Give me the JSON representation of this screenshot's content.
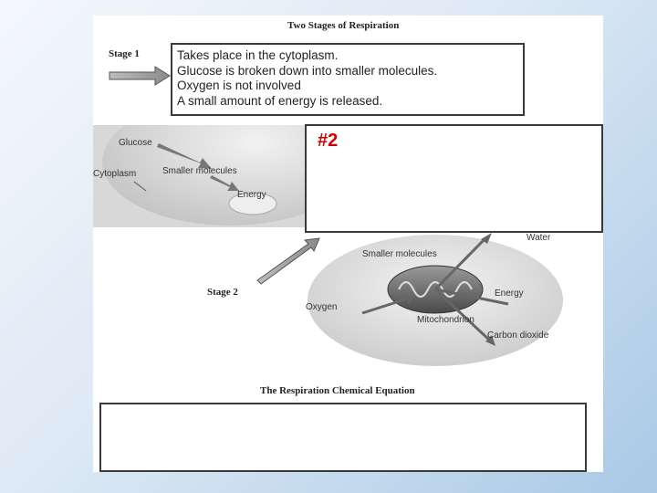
{
  "title": "Two Stages of Respiration",
  "stage1": {
    "label": "Stage 1",
    "lines": [
      "Takes place in the cytoplasm.",
      "Glucose is broken down into smaller molecules.",
      "Oxygen is not involved",
      "A small amount of energy is released."
    ]
  },
  "stage2": {
    "label": "Stage 2",
    "box_label": "#2"
  },
  "cytoplasm_diagram": {
    "glucose": "Glucose",
    "cytoplasm": "Cytoplasm",
    "smaller_molecules": "Smaller molecules",
    "energy": "Energy"
  },
  "mitochondrion_diagram": {
    "water": "Water",
    "smaller_molecules": "Smaller molecules",
    "energy": "Energy",
    "oxygen": "Oxygen",
    "mitochondrion": "Mitochondrion",
    "carbon_dioxide": "Carbon dioxide"
  },
  "equation_title": "The Respiration Chemical Equation"
}
